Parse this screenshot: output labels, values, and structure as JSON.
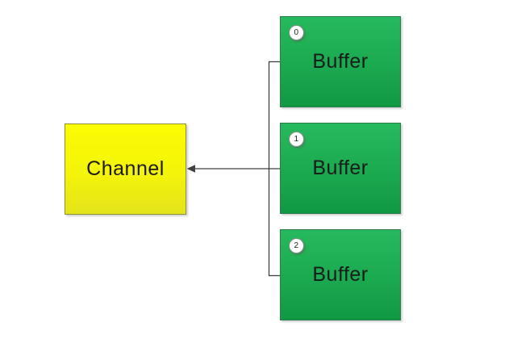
{
  "diagram": {
    "channel": {
      "label": "Channel"
    },
    "buffers": [
      {
        "index": "0",
        "label": "Buffer"
      },
      {
        "index": "1",
        "label": "Buffer"
      },
      {
        "index": "2",
        "label": "Buffer"
      }
    ],
    "colors": {
      "buffer_fill_top": "#27b95e",
      "buffer_fill_bottom": "#109944",
      "buffer_border": "#2a7d4b",
      "channel_fill_top": "#fcfc02",
      "channel_fill_bottom": "#e3e31c",
      "channel_border": "#8f8f35",
      "badge_background": "#ffffff",
      "badge_border": "#8c8c8c",
      "connector_line": "#404040",
      "label_text": "#1a1a1a"
    }
  }
}
